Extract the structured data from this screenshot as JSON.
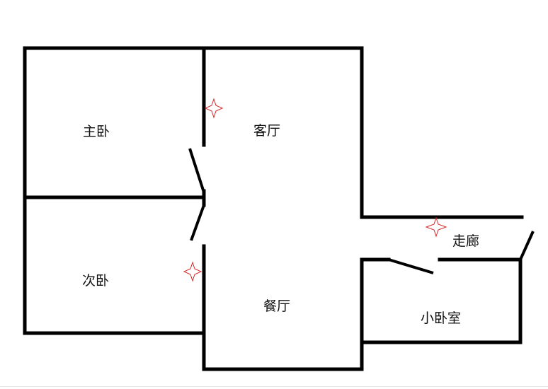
{
  "floorplan": {
    "wall_color": "#000000",
    "marker_color": "#d42a2a",
    "rooms": {
      "master_bedroom": "主卧",
      "living_room": "客厅",
      "second_bedroom": "次卧",
      "dining_room": "餐厅",
      "corridor": "走廊",
      "small_bedroom": "小卧室"
    },
    "marker_icon": "four-point-star-icon"
  }
}
